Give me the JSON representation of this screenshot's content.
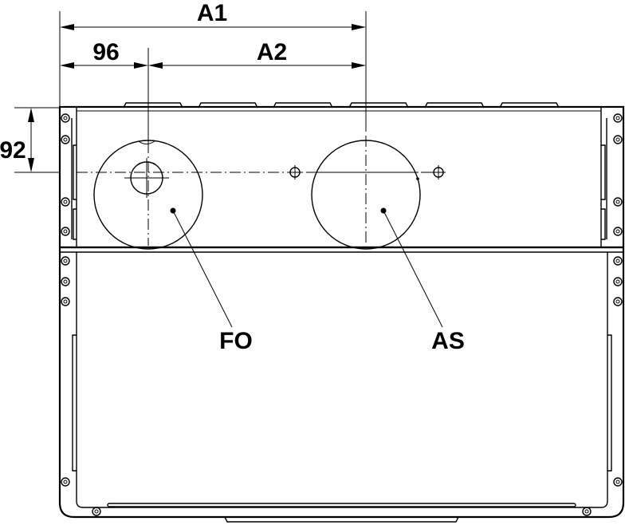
{
  "dimensions": {
    "a1": "A1",
    "d96": "96",
    "a2": "A2",
    "d92": "92"
  },
  "callouts": {
    "fo": "FO",
    "as": "AS"
  }
}
